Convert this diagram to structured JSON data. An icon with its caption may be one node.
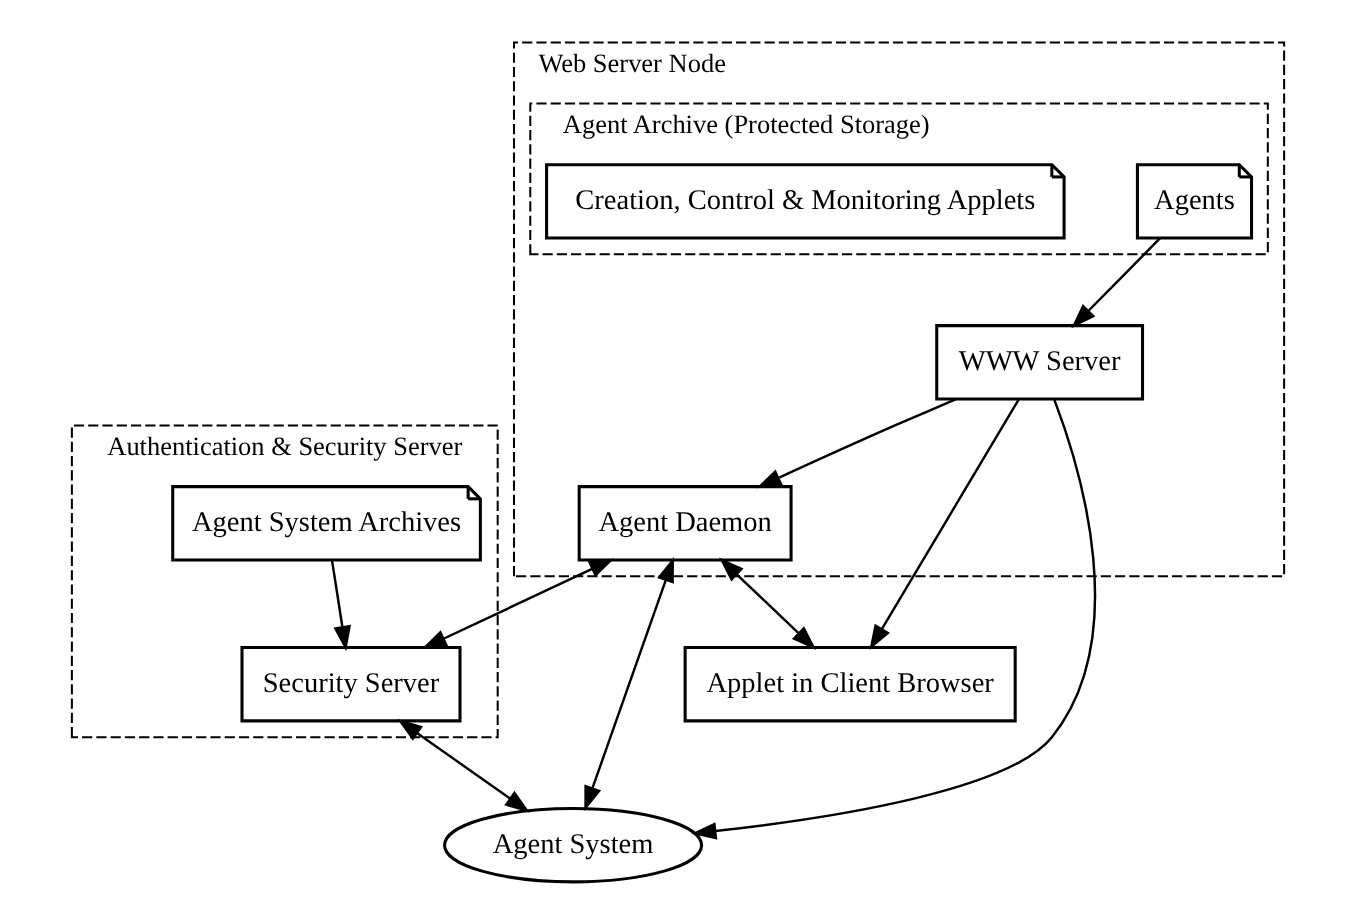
{
  "diagram": {
    "nodes": [
      {
        "text": [
          "Web Server Node"
        ]
      },
      {
        "text": [
          "Agent Archive (Protected Storage)"
        ],
        "in": 0
      },
      {
        "text": [
          "Agents"
        ],
        "in": 1
      },
      {
        "text": [
          "Creation, Control & Monitoring Applets"
        ],
        "in": 1
      },
      {
        "text": [
          "WWW Server"
        ],
        "in": 0
      },
      {
        "text": [
          "Agent Daemon"
        ],
        "in": 0
      },
      {
        "text": [
          "Agent System"
        ]
      },
      {
        "text": [
          "Applet in Client Browser"
        ]
      },
      {
        "text": [
          "Authentication & Security Server"
        ]
      },
      {
        "text": [
          "Security Server"
        ],
        "in": 8
      },
      {
        "text": [
          "Agent System Archives"
        ],
        "in": 8
      }
    ],
    "edges": [
      {
        "from": 2,
        "to": 4,
        "arrow": "to"
      },
      {
        "from": 4,
        "to": 6,
        "arrow": "to"
      },
      {
        "from": 4,
        "to": 5,
        "arrow": "to"
      },
      {
        "from": 5,
        "to": 6,
        "arrow": "both"
      },
      {
        "from": 5,
        "to": 7,
        "arrow": "both"
      },
      {
        "from": 4,
        "to": 7,
        "arrow": "to"
      },
      {
        "from": 5,
        "to": 9,
        "arrow": "both"
      },
      {
        "from": 9,
        "to": 6,
        "arrow": "both"
      },
      {
        "from": 10,
        "to": 9,
        "arrow": "to"
      }
    ]
  }
}
